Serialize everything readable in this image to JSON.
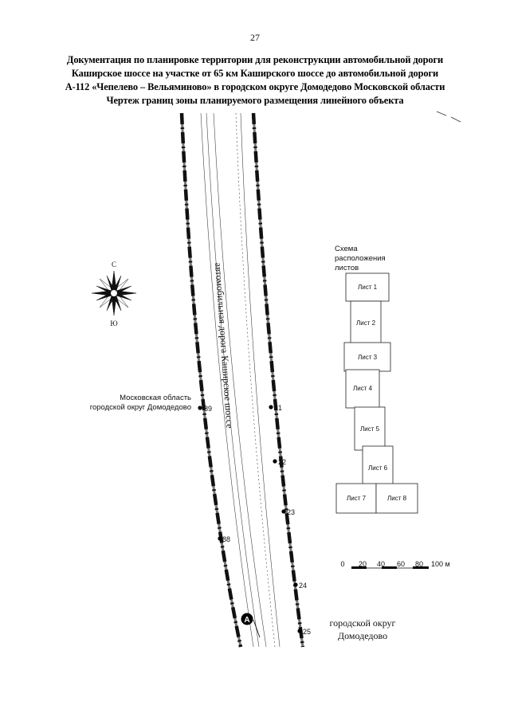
{
  "page_number": "27",
  "title": {
    "line1": "Документация по планировке территории для реконструкции автомобильной дороги",
    "line2": "Каширское шоссе на участке от 65 км Каширского шоссе до автомобильной дороги",
    "line3": "А-112 «Чепелево – Вельяминово» в городском округе Домодедово Московской области",
    "line4": "Чертеж границ зоны планируемого размещения линейного объекта"
  },
  "road_label": "автомобильная дорога Каширское шоссе",
  "region_label": {
    "line1": "Московская область",
    "line2": "городской округ Домодедово"
  },
  "district_label": {
    "line1": "городской округ",
    "line2": "Домодедово"
  },
  "compass": {
    "north": "С",
    "south": "Ю"
  },
  "markers": {
    "m89": "89",
    "m88": "88",
    "m21": "21",
    "m22": "22",
    "m23": "23",
    "m24": "24",
    "m25": "25"
  },
  "point_a": "А",
  "sheet_scheme": {
    "title_line1": "Схема",
    "title_line2": "расположения",
    "title_line3": "листов",
    "sheets": [
      "Лист 1",
      "Лист 2",
      "Лист 3",
      "Лист 4",
      "Лист 5",
      "Лист 6",
      "Лист 7",
      "Лист 8"
    ]
  },
  "scale_bar": {
    "ticks": [
      "0",
      "20",
      "40",
      "60",
      "80",
      "100 м"
    ]
  }
}
